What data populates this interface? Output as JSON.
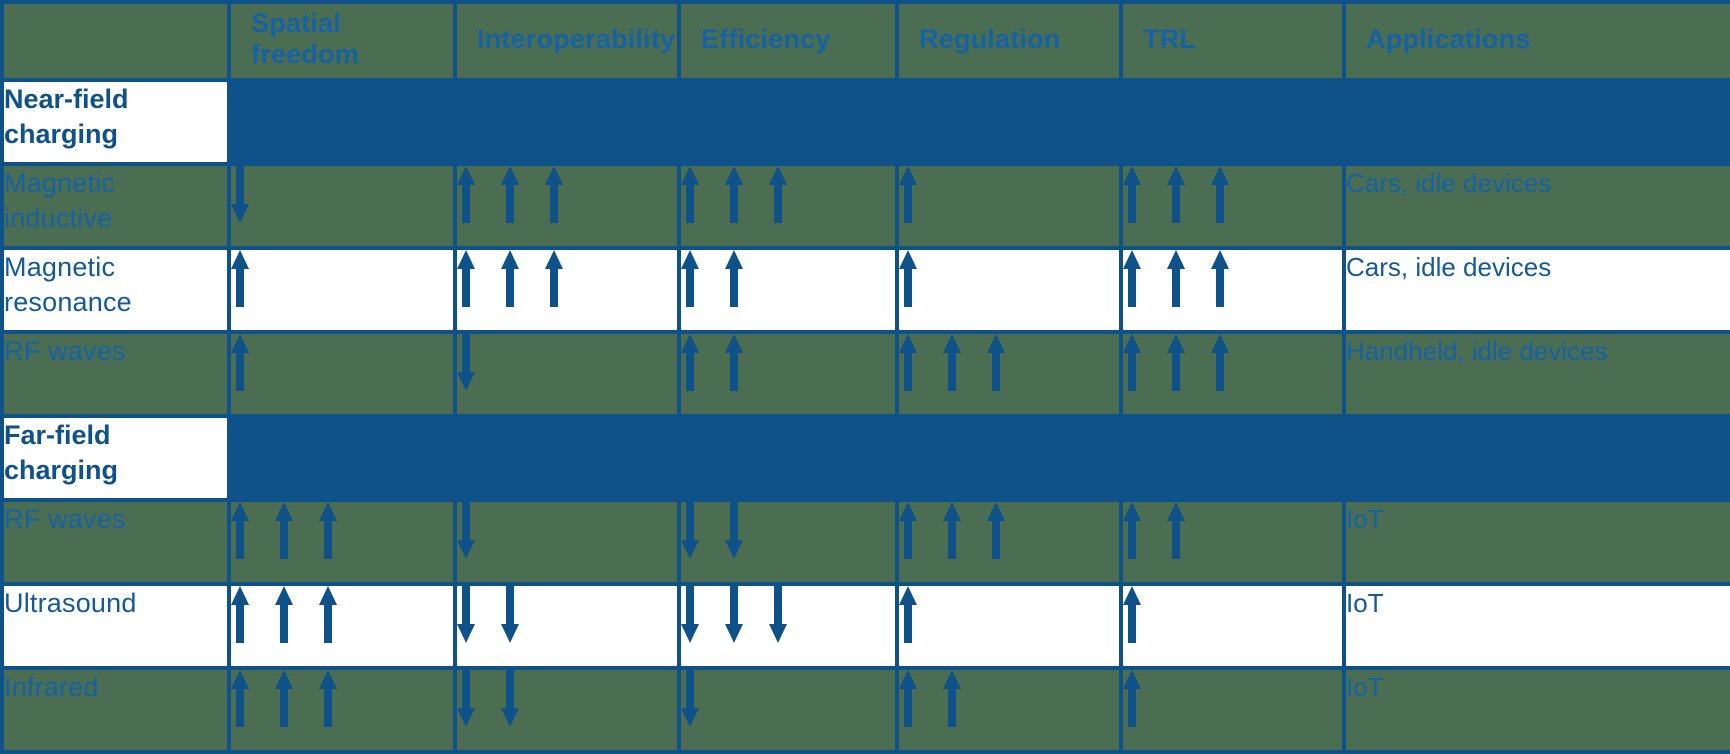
{
  "palette": {
    "navy": "#0F5189",
    "text_blue": "#1563A4",
    "text_darkblue": "#14599A",
    "green_bg": "#4B6E53",
    "white_bg": "#FFFFFF"
  },
  "table": {
    "columns": {
      "corner": "",
      "spatial_freedom": "Spatial freedom",
      "interoperability": "Interoperability",
      "efficiency": "Efficiency",
      "regulation": "Regulation",
      "trl": "TRL",
      "applications": "Applications"
    },
    "sections": [
      {
        "label": "Near-field charging",
        "rows": [
          {
            "label": "Magnetic inductive",
            "tone": "green",
            "ratings": {
              "spatial_freedom": "down-1",
              "interoperability": "up-3",
              "efficiency": "up-3",
              "regulation": "up-1",
              "trl": "up-3"
            },
            "applications": "Cars, idle devices"
          },
          {
            "label": "Magnetic resonance",
            "tone": "white",
            "ratings": {
              "spatial_freedom": "up-1",
              "interoperability": "up-3",
              "efficiency": "up-2",
              "regulation": "up-1",
              "trl": "up-3"
            },
            "applications": "Cars, idle devices"
          },
          {
            "label": "RF waves",
            "tone": "green",
            "ratings": {
              "spatial_freedom": "up-1",
              "interoperability": "down-1",
              "efficiency": "up-2",
              "regulation": "up-3",
              "trl": "up-3"
            },
            "applications": "Handheld, idle devices"
          }
        ]
      },
      {
        "label": "Far-field charging",
        "rows": [
          {
            "label": "RF waves",
            "tone": "green",
            "ratings": {
              "spatial_freedom": "up-3",
              "interoperability": "down-1",
              "efficiency": "down-2",
              "regulation": "up-3",
              "trl": "up-2"
            },
            "applications": "IoT"
          },
          {
            "label": "Ultrasound",
            "tone": "white",
            "ratings": {
              "spatial_freedom": "up-3",
              "interoperability": "down-2",
              "efficiency": "down-3",
              "regulation": "up-1",
              "trl": "up-1"
            },
            "applications": "IoT"
          },
          {
            "label": "Infrared",
            "tone": "green",
            "ratings": {
              "spatial_freedom": "up-3",
              "interoperability": "down-2",
              "efficiency": "down-1",
              "regulation": "up-2",
              "trl": "up-1"
            },
            "applications": "IoT"
          }
        ]
      }
    ]
  },
  "chart_data": {
    "type": "table",
    "title": "",
    "columns": [
      "Spatial freedom",
      "Interoperability",
      "Efficiency",
      "Regulation",
      "TRL",
      "Applications"
    ],
    "rating_encoding": "signed arrow count: positive = up arrows, negative = down arrows",
    "rows": [
      {
        "group": "Near-field charging",
        "label": "Magnetic inductive",
        "spatial_freedom": -1,
        "interoperability": 3,
        "efficiency": 3,
        "regulation": 1,
        "trl": 3,
        "applications": "Cars, idle devices"
      },
      {
        "group": "Near-field charging",
        "label": "Magnetic resonance",
        "spatial_freedom": 1,
        "interoperability": 3,
        "efficiency": 2,
        "regulation": 1,
        "trl": 3,
        "applications": "Cars, idle devices"
      },
      {
        "group": "Near-field charging",
        "label": "RF waves",
        "spatial_freedom": 1,
        "interoperability": -1,
        "efficiency": 2,
        "regulation": 3,
        "trl": 3,
        "applications": "Handheld, idle devices"
      },
      {
        "group": "Far-field charging",
        "label": "RF waves",
        "spatial_freedom": 3,
        "interoperability": -1,
        "efficiency": -2,
        "regulation": 3,
        "trl": 2,
        "applications": "IoT"
      },
      {
        "group": "Far-field charging",
        "label": "Ultrasound",
        "spatial_freedom": 3,
        "interoperability": -2,
        "efficiency": -3,
        "regulation": 1,
        "trl": 1,
        "applications": "IoT"
      },
      {
        "group": "Far-field charging",
        "label": "Infrared",
        "spatial_freedom": 3,
        "interoperability": -2,
        "efficiency": -1,
        "regulation": 2,
        "trl": 1,
        "applications": "IoT"
      }
    ]
  }
}
